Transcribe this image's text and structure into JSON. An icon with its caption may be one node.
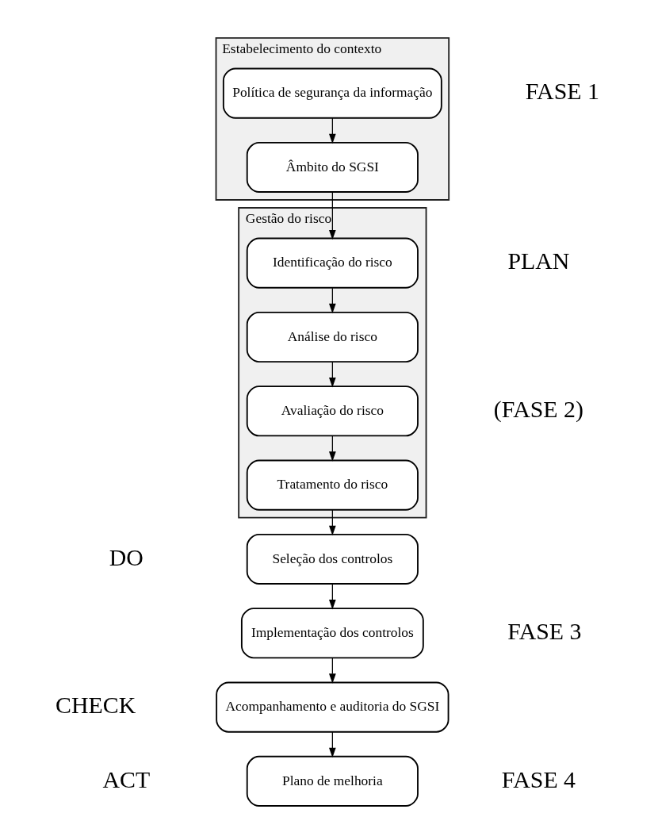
{
  "diagram": {
    "nodes": [
      {
        "text": [
          "Estabelecimento do contexto"
        ]
      },
      {
        "text": [
          "Política de segurança da informação"
        ],
        "in": 0
      },
      {
        "text": [
          "Âmbito do SGSI"
        ],
        "in": 0
      },
      {
        "text": [
          "Gestão do risco"
        ]
      },
      {
        "text": [
          "Identificação do risco"
        ],
        "in": 3
      },
      {
        "text": [
          "Análise do risco"
        ],
        "in": 3
      },
      {
        "text": [
          "Avaliação do risco"
        ],
        "in": 3
      },
      {
        "text": [
          "Tratamento do risco"
        ],
        "in": 3
      },
      {
        "text": [
          "Seleção dos controlos"
        ]
      },
      {
        "text": [
          "Implementação dos controlos"
        ]
      },
      {
        "text": [
          "Acompanhamento e auditoria do SGSI"
        ]
      },
      {
        "text": [
          "Plano de melhoria"
        ]
      }
    ],
    "edges": [
      {
        "from": 1,
        "to": 2,
        "arrow": "to"
      },
      {
        "from": 2,
        "to": 4,
        "arrow": "to"
      },
      {
        "from": 4,
        "to": 5,
        "arrow": "to"
      },
      {
        "from": 5,
        "to": 6,
        "arrow": "to"
      },
      {
        "from": 6,
        "to": 7,
        "arrow": "to"
      },
      {
        "from": 7,
        "to": 8,
        "arrow": "to"
      },
      {
        "from": 8,
        "to": 9,
        "arrow": "to"
      },
      {
        "from": 9,
        "to": 10,
        "arrow": "to"
      },
      {
        "from": 10,
        "to": 11,
        "arrow": "to"
      }
    ],
    "labels": [
      "FASE 1",
      "PLAN",
      "(FASE 2)",
      "DO",
      "FASE 3",
      "CHECK",
      "FASE 4",
      "ACT"
    ]
  }
}
